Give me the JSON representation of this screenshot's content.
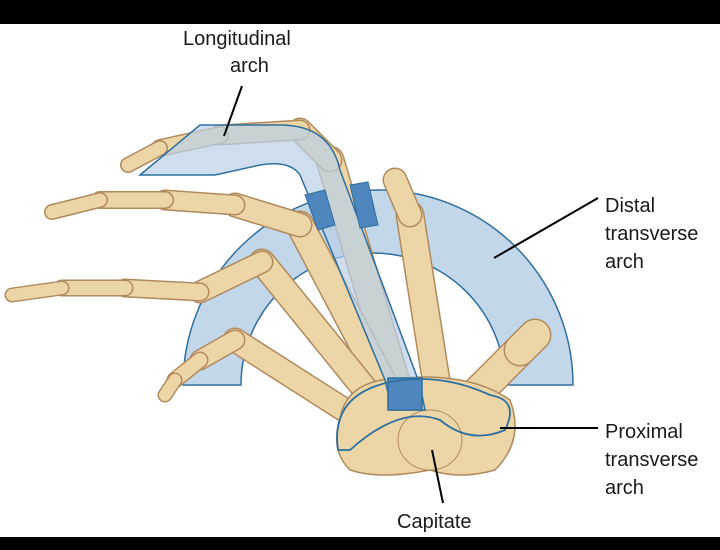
{
  "labels": {
    "longitudinal": [
      "Longitudinal",
      "arch"
    ],
    "distal": [
      "Distal",
      "transverse",
      "arch"
    ],
    "proximal": [
      "Proximal",
      "transverse",
      "arch"
    ],
    "capitate": "Capitate"
  },
  "colors": {
    "bone": "#ecd6a8",
    "bone_outline": "#b08a5c",
    "arch_fill": "#b9d0e8",
    "arch_stroke": "#2f6f9f",
    "arch_dark": "#4f86bd"
  }
}
